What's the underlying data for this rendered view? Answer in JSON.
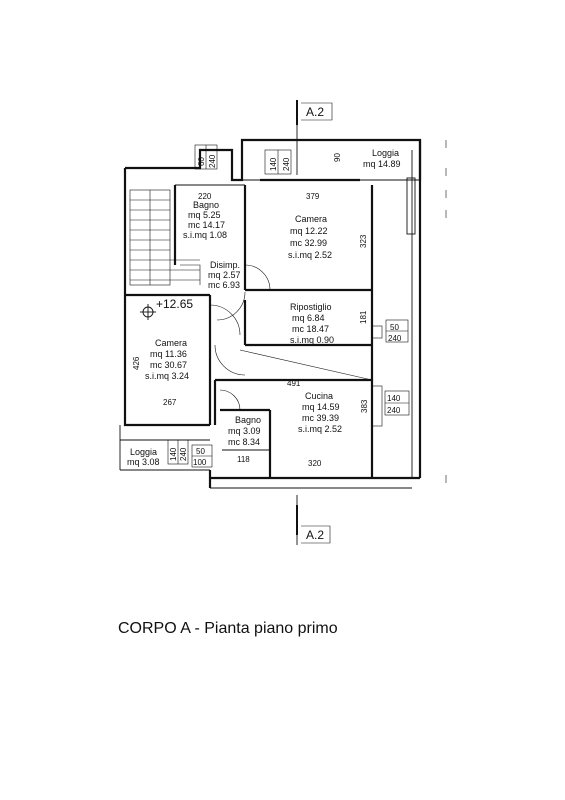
{
  "section": {
    "top": "A.2",
    "bottom": "A.2"
  },
  "level": "+12.65",
  "rooms": {
    "bagno_top": {
      "name": "Bagno",
      "l1": "mq  5.25",
      "l2": "mc  14.17",
      "l3": "s.i.mq  1.08"
    },
    "camera_ne": {
      "name": "Camera",
      "l1": "mq  12.22",
      "l2": "mc  32.99",
      "l3": "s.i.mq  2.52"
    },
    "disimp": {
      "name": "Disimp.",
      "l1": "mq  2.57",
      "l2": "mc  6.93"
    },
    "ripostiglio": {
      "name": "Ripostiglio",
      "l1": "mq  6.84",
      "l2": "mc  18.47",
      "l3": "s.i.mq  0.90"
    },
    "camera_w": {
      "name": "Camera",
      "l1": "mq  11.36",
      "l2": "mc  30.67",
      "l3": "s.i.mq  3.24"
    },
    "cucina": {
      "name": "Cucina",
      "l1": "mq  14.59",
      "l2": "mc  39.39",
      "l3": "s.i.mq  2.52"
    },
    "bagno_bot": {
      "name": "Bagno",
      "l1": "mq  3.09",
      "l2": "mc  8.34"
    },
    "loggia_ne": {
      "name": "Loggia",
      "l1": "mq  14.89"
    },
    "loggia_sw": {
      "name": "Loggia",
      "l1": "mq  3.08"
    }
  },
  "dims": {
    "d220": "220",
    "d379": "379",
    "d323": "323",
    "d181": "181",
    "d426": "426",
    "d267": "267",
    "d491": "491",
    "d383": "383",
    "d320": "320",
    "d118": "118",
    "d90": "90",
    "w60": "60",
    "w240a": "240",
    "w140a": "140",
    "w240b": "240",
    "w50a": "50",
    "w240c": "240",
    "w140b": "140",
    "w240d": "240",
    "w140c": "140",
    "w240e": "240",
    "w50b": "50",
    "w100": "100"
  },
  "caption": "CORPO A - Pianta piano primo"
}
